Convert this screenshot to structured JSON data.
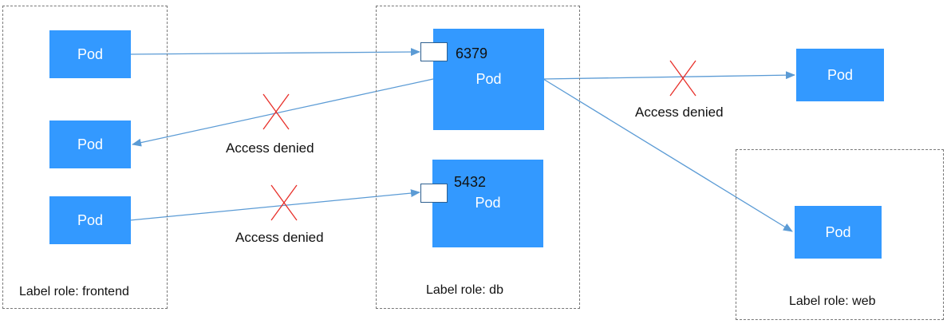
{
  "groups": {
    "frontend": {
      "label": "Label role: frontend"
    },
    "db": {
      "label": "Label role: db"
    },
    "web": {
      "label": "Label role: web"
    }
  },
  "pods": {
    "frontend_1": "Pod",
    "frontend_2": "Pod",
    "frontend_3": "Pod",
    "db_1": "Pod",
    "db_2": "Pod",
    "outside": "Pod",
    "web": "Pod"
  },
  "ports": {
    "db_1": "6379",
    "db_2": "5432"
  },
  "annotations": {
    "denied_db_to_frontend": "Access denied",
    "denied_frontend_to_5432": "Access denied",
    "denied_db_to_outside": "Access denied"
  },
  "colors": {
    "pod": "#3399ff",
    "arrow": "#5b9bd5",
    "deny_cross": "#e8302a"
  }
}
